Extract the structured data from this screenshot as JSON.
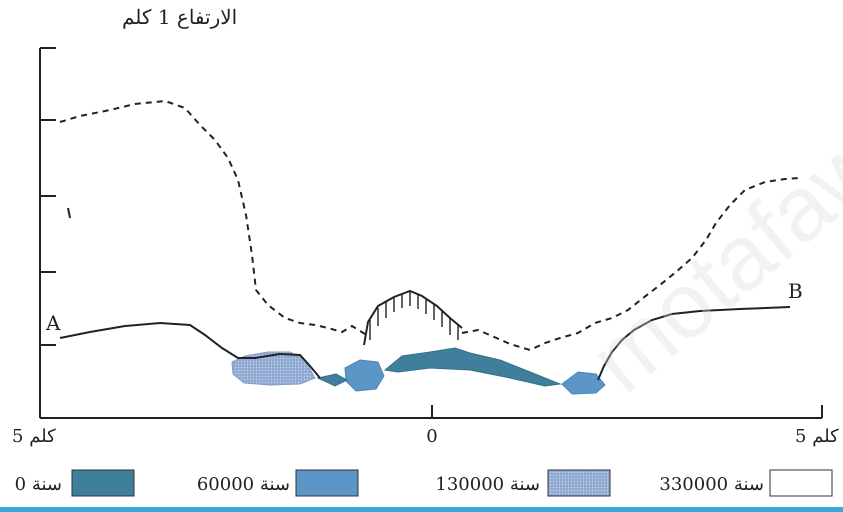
{
  "title": "الارتفاع 1 كلم",
  "labels": {
    "point_a": "A",
    "point_b": "B",
    "x_left": "5 كلم",
    "x_center": "0",
    "x_right": "5 كلم"
  },
  "legend": [
    {
      "label": "0 سنة",
      "color": "#3f7f9c"
    },
    {
      "label": "60000 سنة",
      "color": "#5b96c6"
    },
    {
      "label": "130000 سنة",
      "color": "#9ab2d8"
    },
    {
      "label": "330000 سنة",
      "color": "#ffffff"
    }
  ],
  "watermark": "motafawiq"
}
